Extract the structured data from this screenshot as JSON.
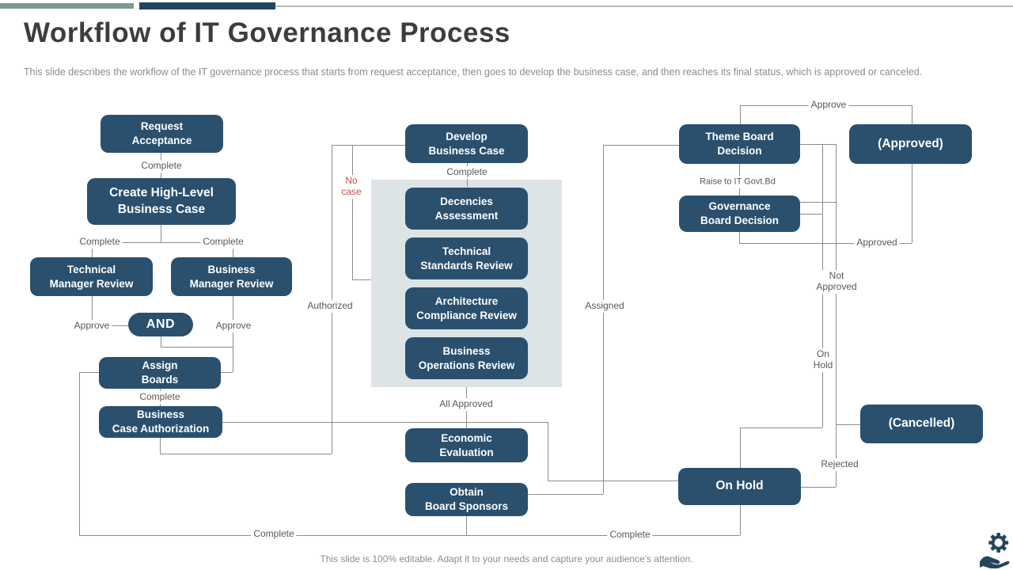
{
  "slide": {
    "title": "Workflow of IT Governance Process",
    "subtitle": "This slide describes the workflow of the IT governance process that starts from request acceptance, then goes to develop the business case, and then reaches its final status, which is approved or canceled.",
    "footer": "This slide is 100% editable. Adapt it to your needs and capture your audience's attention."
  },
  "colors": {
    "node_fill": "#2a506e",
    "panel_fill": "#dde4e6",
    "connector": "#8c8c8c",
    "label_text": "#595959",
    "no_case_red": "#c0504d",
    "accent_green": "#7d9a8c",
    "accent_navy": "#24465b"
  },
  "nodes": [
    {
      "id": "request-acceptance",
      "label": "Request\nAcceptance"
    },
    {
      "id": "create-high-level-business-case",
      "label": "Create High-Level\nBusiness Case"
    },
    {
      "id": "technical-manager-review",
      "label": "Technical\nManager Review"
    },
    {
      "id": "business-manager-review",
      "label": "Business\nManager Review"
    },
    {
      "id": "and-connector",
      "label": "AND"
    },
    {
      "id": "assign-boards",
      "label": "Assign\nBoards"
    },
    {
      "id": "business-case-authorization",
      "label": "Business\nCase Authorization"
    },
    {
      "id": "develop-business-case",
      "label": "Develop\nBusiness Case"
    },
    {
      "id": "decencies-assessment",
      "label": "Decencies\nAssessment"
    },
    {
      "id": "technical-standards-review",
      "label": "Technical\nStandards Review"
    },
    {
      "id": "architecture-compliance-review",
      "label": "Architecture\nCompliance Review"
    },
    {
      "id": "business-operations-review",
      "label": "Business\nOperations Review"
    },
    {
      "id": "economic-evaluation",
      "label": "Economic\nEvaluation"
    },
    {
      "id": "obtain-board-sponsors",
      "label": "Obtain\nBoard Sponsors"
    },
    {
      "id": "theme-board-decision",
      "label": "Theme Board\nDecision"
    },
    {
      "id": "governance-board-decision",
      "label": "Governance\nBoard Decision"
    },
    {
      "id": "approved",
      "label": "(Approved)"
    },
    {
      "id": "cancelled",
      "label": "(Cancelled)"
    },
    {
      "id": "on-hold",
      "label": "On Hold"
    }
  ],
  "edge_labels": [
    "Complete",
    "Complete",
    "Complete",
    "Approve",
    "Approve",
    "Complete",
    "Complete",
    "Complete",
    "No\ncase",
    "Authorized",
    "All Approved",
    "Assigned",
    "Approve",
    "Raise to IT Govt.Bd",
    "Approved",
    "Not\nApproved",
    "On\nHold",
    "Rejected",
    "Complete"
  ],
  "icons": {
    "footer_icon": "gear-in-hand-icon"
  }
}
